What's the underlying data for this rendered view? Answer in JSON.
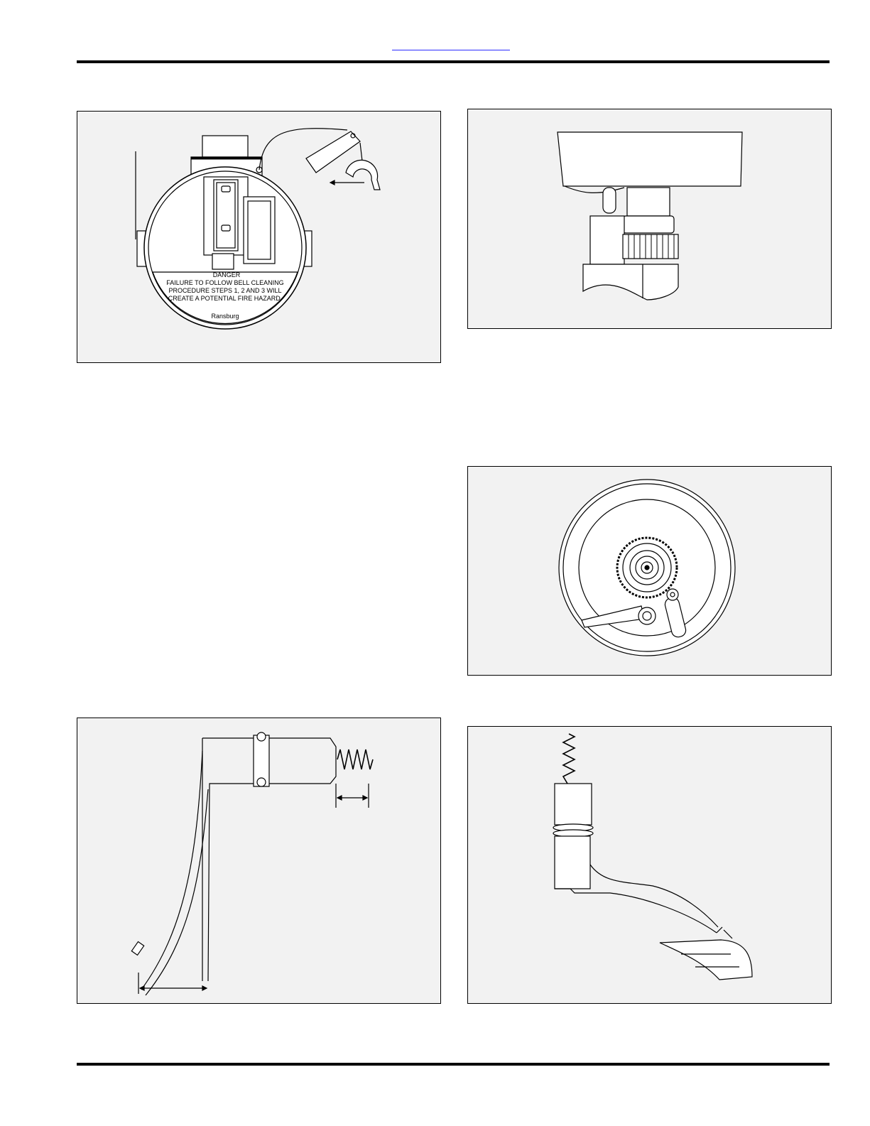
{
  "header": {
    "link_text": ""
  },
  "figures": {
    "bell_label": {
      "danger_title": "DANGER",
      "danger_lines": [
        "FAILURE TO FOLLOW BELL CLEANING",
        "PROCEDURE STEPS 1, 2 AND 3 WILL",
        "CREATE A POTENTIAL FIRE HAZARD."
      ],
      "brand": "Ransburg"
    }
  }
}
